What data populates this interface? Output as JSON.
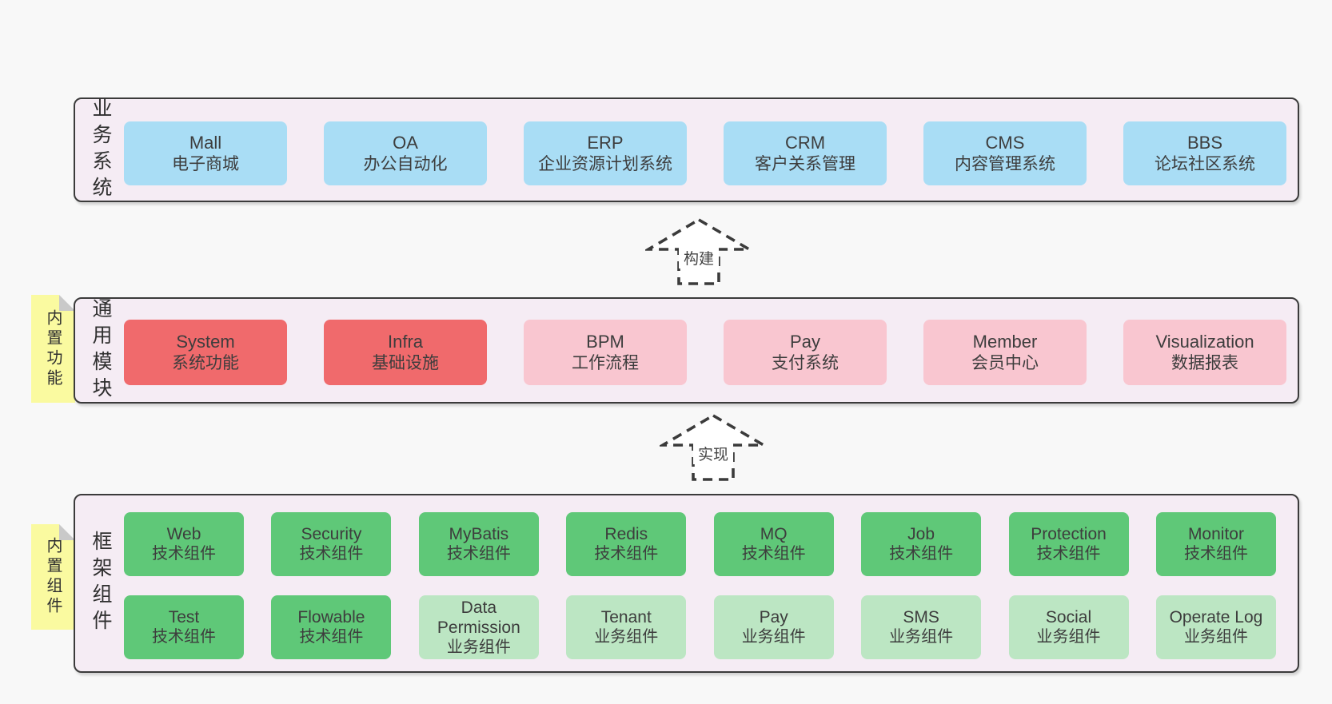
{
  "page": {
    "background": "#f8f8f8"
  },
  "colors": {
    "band_background": "#f5ecf4",
    "band_border": "#3b3b3b",
    "box_blue": "#a9ddf5",
    "box_red": "#f06a6c",
    "box_pink": "#f9c6d0",
    "box_green_dark": "#5fc878",
    "box_green_light": "#bce6c3",
    "note_yellow": "#fafaa0",
    "text": "#3d3d3d"
  },
  "arrows": [
    {
      "label": "构建"
    },
    {
      "label": "实现"
    }
  ],
  "bands": [
    {
      "label": "业务系统",
      "rows": [
        [
          {
            "name": "Mall",
            "desc": "电子商城"
          },
          {
            "name": "OA",
            "desc": "办公自动化"
          },
          {
            "name": "ERP",
            "desc": "企业资源计划系统"
          },
          {
            "name": "CRM",
            "desc": "客户关系管理"
          },
          {
            "name": "CMS",
            "desc": "内容管理系统"
          },
          {
            "name": "BBS",
            "desc": "论坛社区系统"
          }
        ]
      ]
    },
    {
      "label": "通用模块",
      "note": "内置功能",
      "rows": [
        [
          {
            "name": "System",
            "desc": "系统功能"
          },
          {
            "name": "Infra",
            "desc": "基础设施"
          },
          {
            "name": "BPM",
            "desc": "工作流程"
          },
          {
            "name": "Pay",
            "desc": "支付系统"
          },
          {
            "name": "Member",
            "desc": "会员中心"
          },
          {
            "name": "Visualization",
            "desc": "数据报表"
          }
        ]
      ]
    },
    {
      "label": "框架组件",
      "note": "内置组件",
      "rows": [
        [
          {
            "name": "Web",
            "desc": "技术组件"
          },
          {
            "name": "Security",
            "desc": "技术组件"
          },
          {
            "name": "MyBatis",
            "desc": "技术组件"
          },
          {
            "name": "Redis",
            "desc": "技术组件"
          },
          {
            "name": "MQ",
            "desc": "技术组件"
          },
          {
            "name": "Job",
            "desc": "技术组件"
          },
          {
            "name": "Protection",
            "desc": "技术组件"
          },
          {
            "name": "Monitor",
            "desc": "技术组件"
          }
        ],
        [
          {
            "name": "Test",
            "desc": "技术组件"
          },
          {
            "name": "Flowable",
            "desc": "技术组件"
          },
          {
            "name": "Data Permission",
            "desc": "业务组件"
          },
          {
            "name": "Tenant",
            "desc": "业务组件"
          },
          {
            "name": "Pay",
            "desc": "业务组件"
          },
          {
            "name": "SMS",
            "desc": "业务组件"
          },
          {
            "name": "Social",
            "desc": "业务组件"
          },
          {
            "name": "Operate Log",
            "desc": "业务组件"
          }
        ]
      ]
    }
  ]
}
